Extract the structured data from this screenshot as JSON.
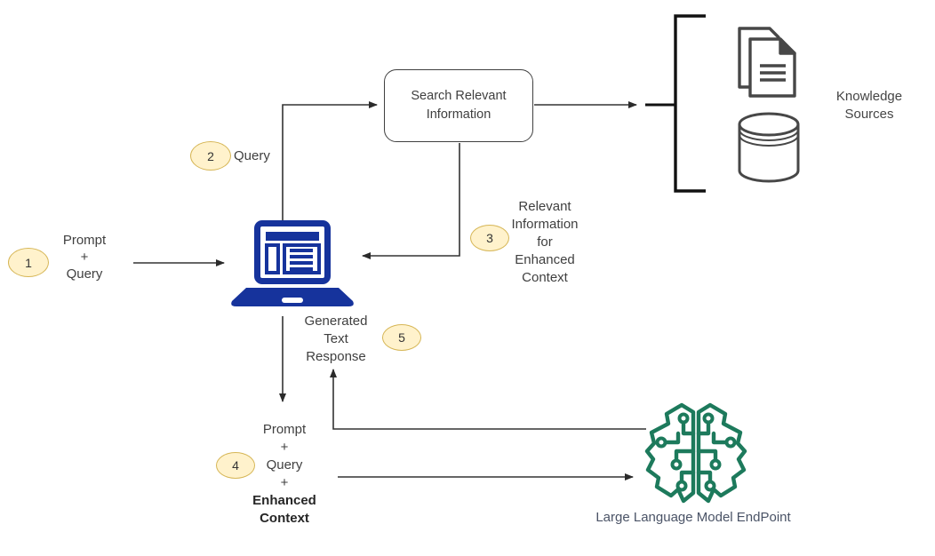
{
  "colors": {
    "line": "#333333",
    "badge_fill": "#fff2cc",
    "badge_border": "#d6b656",
    "laptop_blue": "#16339c",
    "brain_green": "#1d7a5c",
    "icon_gray": "#474747",
    "text": "#3f3f3f",
    "llm_text": "#4a5366"
  },
  "nodes": {
    "search_box": {
      "line1": "Search Relevant",
      "line2": "Information"
    },
    "knowledge_sources": {
      "label": "Knowledge Sources",
      "icons": [
        "documents-icon",
        "database-icon"
      ]
    },
    "laptop": {
      "icon": "laptop-icon"
    },
    "llm": {
      "label": "Large Language Model EndPoint",
      "icon": "brain-circuit-icon"
    }
  },
  "steps": {
    "s1": {
      "num": "1",
      "lines": [
        "Prompt",
        "+",
        "Query"
      ]
    },
    "s2": {
      "num": "2",
      "label": "Query"
    },
    "s3": {
      "num": "3",
      "lines": [
        "Relevant",
        "Information",
        "for",
        "Enhanced",
        "Context"
      ]
    },
    "s4": {
      "num": "4",
      "lines_normal": [
        "Prompt",
        "+",
        "Query",
        "+"
      ],
      "lines_bold": [
        "Enhanced",
        "Context"
      ]
    },
    "s5": {
      "num": "5",
      "lines": [
        "Generated",
        "Text",
        "Response"
      ]
    }
  }
}
